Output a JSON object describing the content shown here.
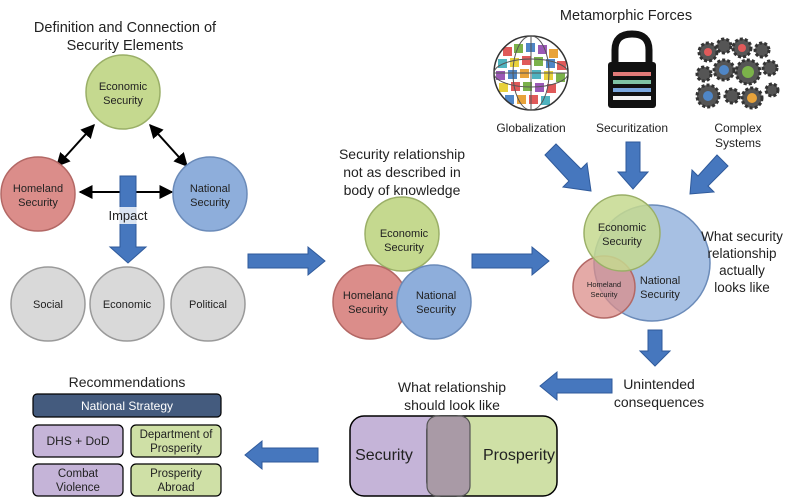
{
  "colors": {
    "economic": "#c5d98f",
    "homeland": "#db8d8a",
    "national": "#8eaedb",
    "impact_gray": "#d9d9d9",
    "arrow_blue": "#4677be",
    "strategy_bar": "#445b7e",
    "dhs_purple": "#c5b4d8",
    "prosperity_green": "#cfe0a6",
    "overlap": "#a99aa6"
  },
  "icons": [
    "globe-icon",
    "padlock-icon",
    "gears-icon"
  ],
  "definition": {
    "title_line1": "Definition and Connection of",
    "title_line2": "Security Elements",
    "economic_line1": "Economic",
    "economic_line2": "Security",
    "homeland_line1": "Homeland",
    "homeland_line2": "Security",
    "national_line1": "National",
    "national_line2": "Security",
    "impact_label": "Impact",
    "impacts": [
      "Social",
      "Economic",
      "Political"
    ]
  },
  "middle": {
    "caption_line1": "Security relationship",
    "caption_line2": "not as described in",
    "caption_line3": "body of knowledge",
    "economic_line1": "Economic",
    "economic_line2": "Security",
    "homeland_line1": "Homeland",
    "homeland_line2": "Security",
    "national_line1": "National",
    "national_line2": "Security"
  },
  "forces": {
    "title": "Metamorphic Forces",
    "globalization": "Globalization",
    "securitization": "Securitization",
    "complex_line1": "Complex",
    "complex_line2": "Systems"
  },
  "actual": {
    "economic_line1": "Economic",
    "economic_line2": "Security",
    "homeland_line1": "Homeland",
    "homeland_line2": "Security",
    "national_line1": "National",
    "national_line2": "Security",
    "caption_line1": "What security",
    "caption_line2": "relationship",
    "caption_line3": "actually",
    "caption_line4": "looks like",
    "unintended_line1": "Unintended",
    "unintended_line2": "consequences"
  },
  "should": {
    "caption_line1": "What relationship",
    "caption_line2": "should look like",
    "security": "Security",
    "prosperity": "Prosperity"
  },
  "recommendations": {
    "title": "Recommendations",
    "strategy": "National Strategy",
    "dhs_dod": "DHS + DoD",
    "dept_line1": "Department of",
    "dept_line2": "Prosperity",
    "combat_line1": "Combat",
    "combat_line2": "Violence",
    "abroad_line1": "Prosperity",
    "abroad_line2": "Abroad"
  }
}
